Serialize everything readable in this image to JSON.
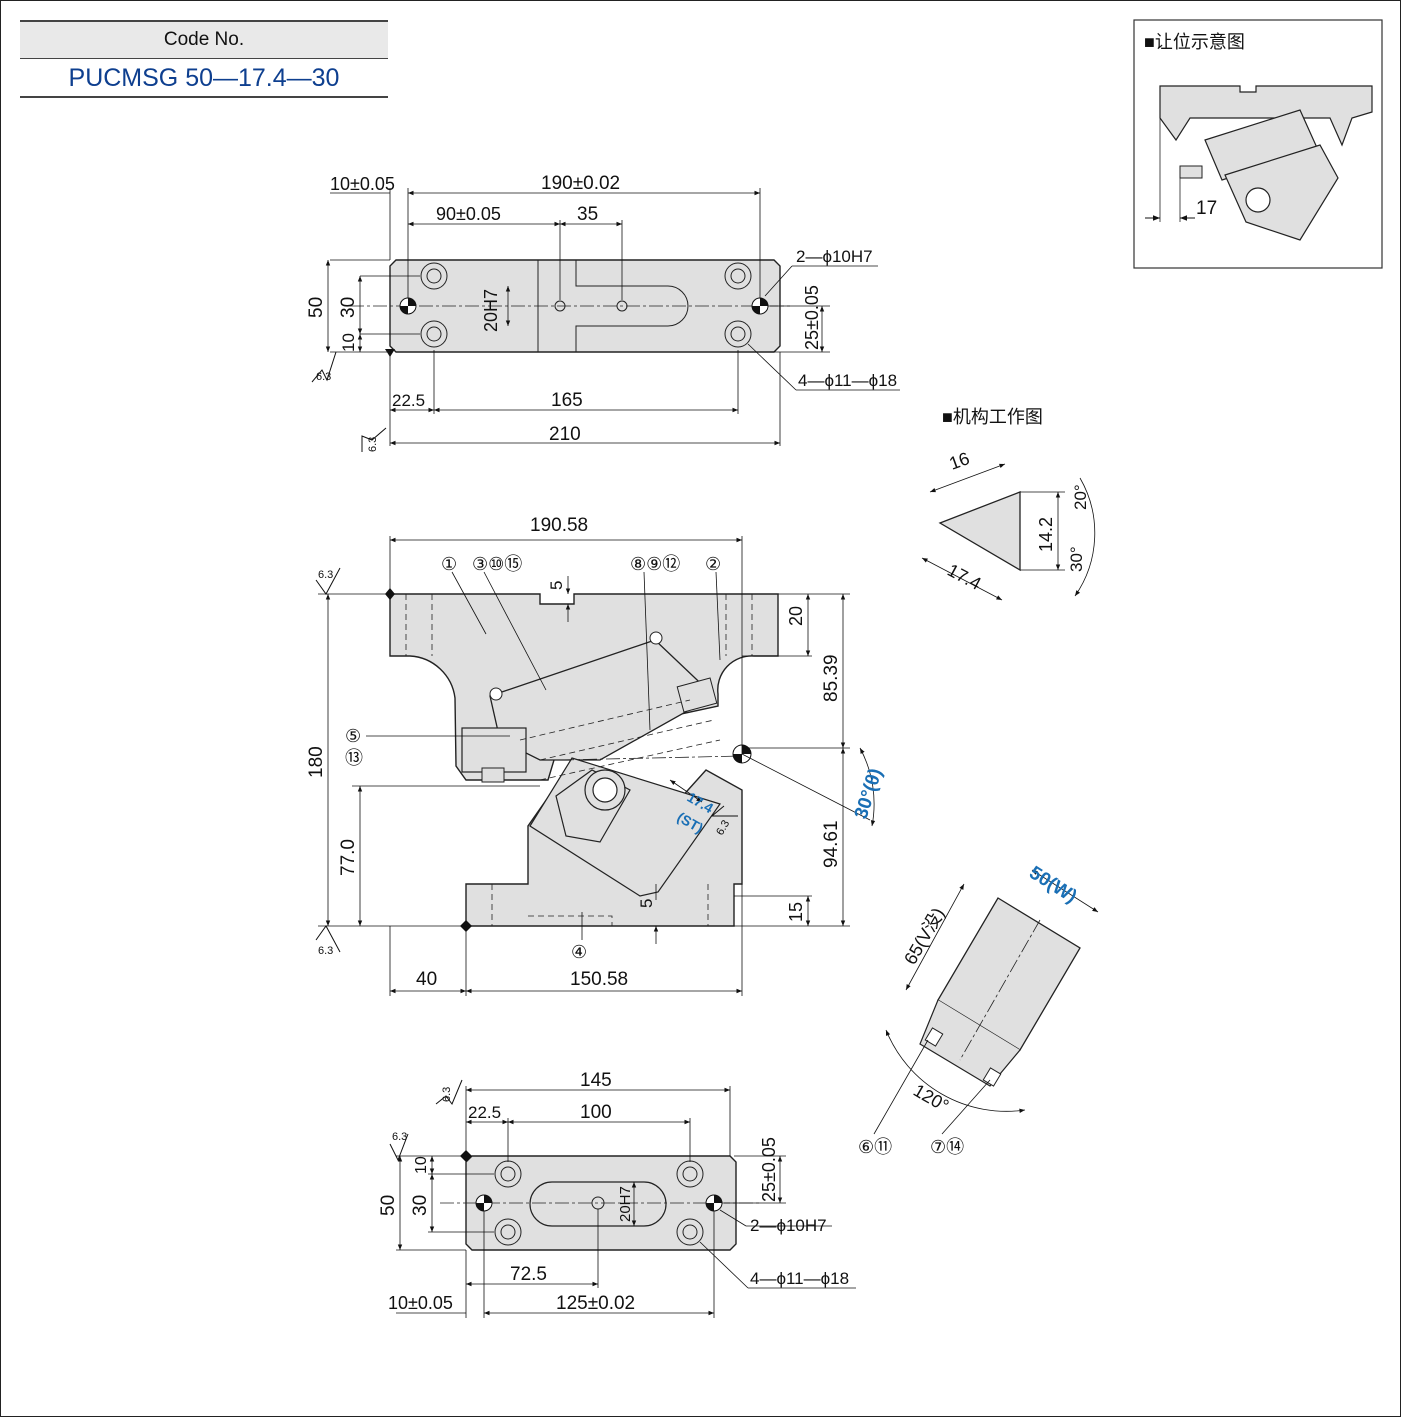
{
  "code": {
    "label": "Code No.",
    "value": "PUCMSG 50—17.4—30"
  },
  "inset": {
    "title": "■让位示意图",
    "dim": "17"
  },
  "mechanism": {
    "title": "■机构工作图",
    "tri_16": "16",
    "tri_142": "14.2",
    "tri_20": "20°",
    "tri_30": "30°",
    "tri_174": "17.4",
    "dim_50w": "50(W)",
    "dim_65v": "65(V没)",
    "dim_120": "120°",
    "part_611": "⑥⑪",
    "part_714": "⑦⑭"
  },
  "top_view": {
    "d10": "10±0.05",
    "d190": "190±0.02",
    "d90": "90±0.05",
    "d35": "35",
    "d50": "50",
    "d30": "30",
    "d10b": "10",
    "d20h7": "20H7",
    "d25": "25±0.05",
    "d225": "22.5",
    "d165": "165",
    "d210": "210",
    "hole_pin": "2—ϕ10H7",
    "hole_bolt": "4—ϕ11—ϕ18",
    "rough": "6.3"
  },
  "front_view": {
    "d19058": "190.58",
    "d180": "180",
    "d770": "77.0",
    "d8539": "85.39",
    "d9461": "94.61",
    "d20": "20",
    "d15": "15",
    "d5a": "5",
    "d5b": "5",
    "d40": "40",
    "d15058": "150.58",
    "angle": "30°(θ)",
    "st1": "17.4",
    "st2": "(ST)",
    "rough": "6.3",
    "p1": "①",
    "p31015": "③⑩⑮",
    "p8912": "⑧⑨⑫",
    "p2": "②",
    "p5": "⑤",
    "p13": "⑬",
    "p4": "④"
  },
  "bottom_view": {
    "d145": "145",
    "d225": "22.5",
    "d100": "100",
    "d10": "10",
    "d50": "50",
    "d30": "30",
    "d25": "25±0.05",
    "d20h7": "20H7",
    "d725": "72.5",
    "d10b": "10±0.05",
    "d125": "125±0.02",
    "hole_pin": "2—ϕ10H7",
    "hole_bolt": "4—ϕ11—ϕ18",
    "rough": "6.3"
  }
}
